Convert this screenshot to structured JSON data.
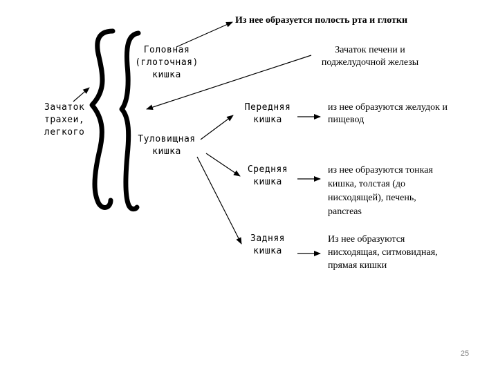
{
  "title": "Из нее образуется полость рта и глотки",
  "head_gut": [
    "Головная",
    "(глоточная)",
    "кишка"
  ],
  "liver_rudiment": [
    "Зачаток печени и",
    "поджелудочной железы"
  ],
  "trachea_rudiment": [
    "Зачаток",
    "трахеи,",
    "легкого"
  ],
  "trunk_gut": [
    "Туловищная",
    "кишка"
  ],
  "sections": [
    {
      "name": [
        "Передняя",
        "кишка"
      ],
      "fate": [
        "из нее образуются желудок и",
        "пищевод"
      ]
    },
    {
      "name": [
        "Средняя",
        "кишка"
      ],
      "fate": [
        "из нее образуются тонкая",
        "кишка, толстая (до",
        "нисходящей), печень,",
        "pancreas"
      ]
    },
    {
      "name": [
        "Задняя",
        "кишка"
      ],
      "fate": [
        "Из нее образуются",
        "нисходящая, ситмовидная,",
        "прямая кишки"
      ]
    }
  ],
  "page_number": "25",
  "icons": {
    "brace": "double-curly-brace",
    "arrow": "arrow"
  }
}
